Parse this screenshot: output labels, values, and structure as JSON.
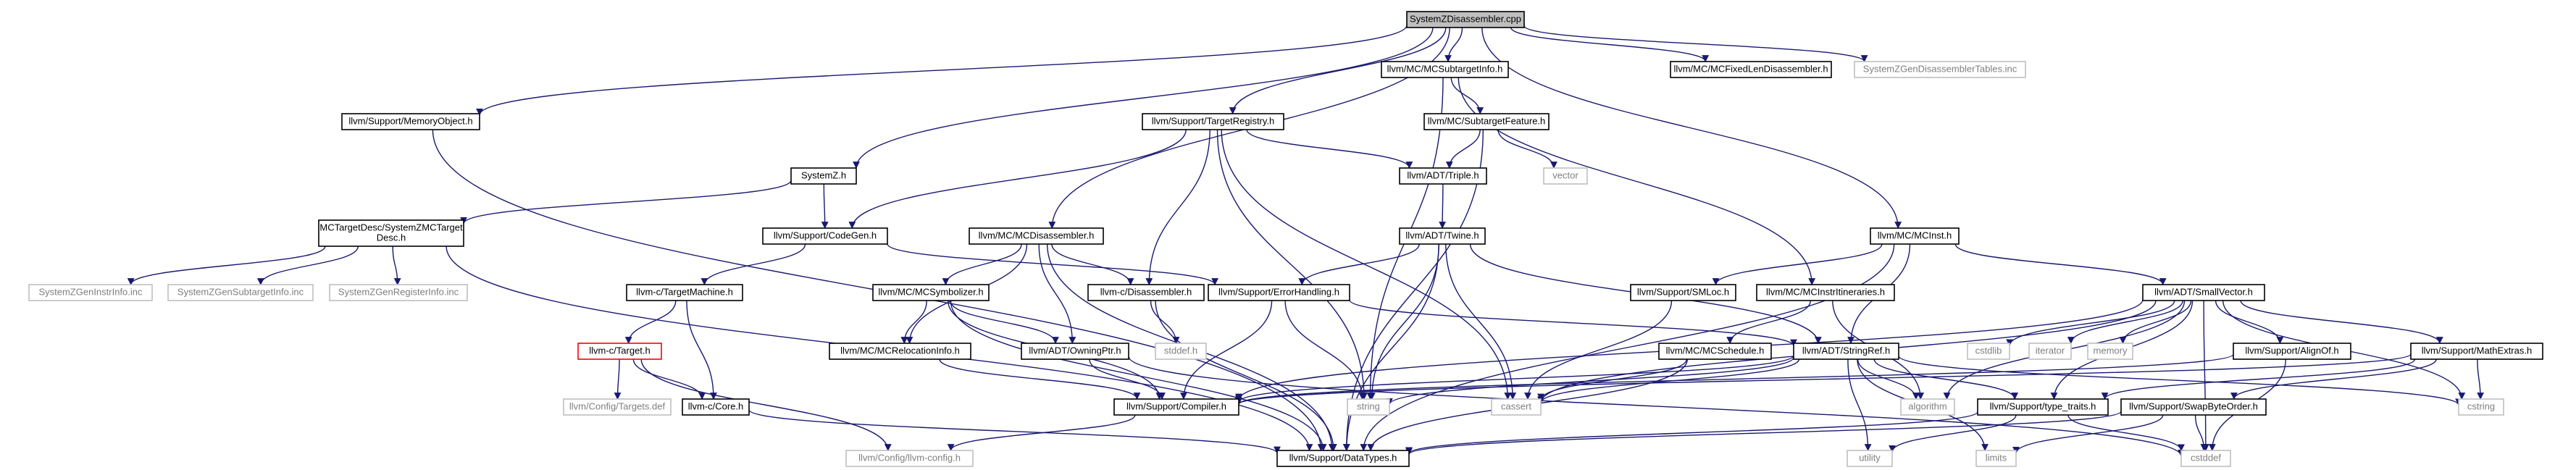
{
  "colors": {
    "edge": "#191970",
    "root_fill": "#bfbfbf",
    "normal_border": "#000000",
    "missing_border": "#bfbfbf",
    "missing_text": "#7f7f7f",
    "cyclic_border": "#ff0000"
  },
  "nodes": [
    {
      "id": "root",
      "label": "SystemZDisassembler.cpp",
      "kind": "root"
    },
    {
      "id": "memobj",
      "label": "llvm/Support/MemoryObject.h",
      "kind": "normal"
    },
    {
      "id": "systemzh",
      "label": "SystemZ.h",
      "kind": "normal"
    },
    {
      "id": "mcdisasm",
      "label": "llvm/MC/MCDisassembler.h",
      "kind": "normal"
    },
    {
      "id": "treg",
      "label": "llvm/Support/TargetRegistry.h",
      "kind": "normal"
    },
    {
      "id": "subinfo",
      "label": "llvm/MC/MCSubtargetInfo.h",
      "kind": "normal"
    },
    {
      "id": "fixlen",
      "label": "llvm/MC/MCFixedLenDisassembler.h",
      "kind": "normal"
    },
    {
      "id": "gentables",
      "label": "SystemZGenDisassemblerTables.inc",
      "kind": "missing"
    },
    {
      "id": "mcinst",
      "label": "llvm/MC/MCInst.h",
      "kind": "normal"
    },
    {
      "id": "mctarget",
      "label": [
        "MCTargetDesc/SystemZMCTarget",
        "Desc.h"
      ],
      "kind": "normal"
    },
    {
      "id": "codegen",
      "label": "llvm/Support/CodeGen.h",
      "kind": "normal"
    },
    {
      "id": "subfeat",
      "label": "llvm/MC/SubtargetFeature.h",
      "kind": "normal"
    },
    {
      "id": "vector",
      "label": "vector",
      "kind": "missing"
    },
    {
      "id": "triple",
      "label": "llvm/ADT/Triple.h",
      "kind": "normal"
    },
    {
      "id": "twine",
      "label": "llvm/ADT/Twine.h",
      "kind": "normal"
    },
    {
      "id": "instrinfo",
      "label": "SystemZGenInstrInfo.inc",
      "kind": "missing"
    },
    {
      "id": "subtinfo",
      "label": "SystemZGenSubtargetInfo.inc",
      "kind": "missing"
    },
    {
      "id": "reginfo",
      "label": "SystemZGenRegisterInfo.inc",
      "kind": "missing"
    },
    {
      "id": "ctm",
      "label": "llvm-c/TargetMachine.h",
      "kind": "normal"
    },
    {
      "id": "mcsym",
      "label": "llvm/MC/MCSymbolizer.h",
      "kind": "normal"
    },
    {
      "id": "cdisasm",
      "label": "llvm-c/Disassembler.h",
      "kind": "normal"
    },
    {
      "id": "errh",
      "label": "llvm/Support/ErrorHandling.h",
      "kind": "normal"
    },
    {
      "id": "smloc",
      "label": "llvm/Support/SMLoc.h",
      "kind": "normal"
    },
    {
      "id": "itin",
      "label": "llvm/MC/MCInstrItineraries.h",
      "kind": "normal"
    },
    {
      "id": "smallvec",
      "label": "llvm/ADT/SmallVector.h",
      "kind": "normal"
    },
    {
      "id": "ctarget",
      "label": "llvm-c/Target.h",
      "kind": "cyclic"
    },
    {
      "id": "stddef",
      "label": "stddef.h",
      "kind": "missing"
    },
    {
      "id": "mcreloc",
      "label": "llvm/MC/MCRelocationInfo.h",
      "kind": "normal"
    },
    {
      "id": "owning",
      "label": "llvm/ADT/OwningPtr.h",
      "kind": "normal"
    },
    {
      "id": "mcsched",
      "label": "llvm/MC/MCSchedule.h",
      "kind": "normal"
    },
    {
      "id": "strref",
      "label": "llvm/ADT/StringRef.h",
      "kind": "normal"
    },
    {
      "id": "cstdlib",
      "label": "cstdlib",
      "kind": "missing"
    },
    {
      "id": "iterator",
      "label": "iterator",
      "kind": "missing"
    },
    {
      "id": "memory",
      "label": "memory",
      "kind": "missing"
    },
    {
      "id": "alignof",
      "label": "llvm/Support/AlignOf.h",
      "kind": "normal"
    },
    {
      "id": "mathx",
      "label": "llvm/Support/MathExtras.h",
      "kind": "normal"
    },
    {
      "id": "targetsdef",
      "label": "llvm/Config/Targets.def",
      "kind": "missing"
    },
    {
      "id": "ccore",
      "label": "llvm-c/Core.h",
      "kind": "normal"
    },
    {
      "id": "compiler",
      "label": "llvm/Support/Compiler.h",
      "kind": "normal"
    },
    {
      "id": "string",
      "label": "string",
      "kind": "missing"
    },
    {
      "id": "cassert",
      "label": "cassert",
      "kind": "missing"
    },
    {
      "id": "algorithm",
      "label": "algorithm",
      "kind": "missing"
    },
    {
      "id": "typetraits",
      "label": "llvm/Support/type_traits.h",
      "kind": "normal"
    },
    {
      "id": "swapbyte",
      "label": "llvm/Support/SwapByteOrder.h",
      "kind": "normal"
    },
    {
      "id": "cstring",
      "label": "cstring",
      "kind": "missing"
    },
    {
      "id": "llvmconfig",
      "label": "llvm/Config/llvm-config.h",
      "kind": "missing"
    },
    {
      "id": "datatypes",
      "label": "llvm/Support/DataTypes.h",
      "kind": "normal"
    },
    {
      "id": "utility",
      "label": "utility",
      "kind": "missing"
    },
    {
      "id": "limits",
      "label": "limits",
      "kind": "missing"
    },
    {
      "id": "cstddef",
      "label": "cstddef",
      "kind": "missing"
    }
  ],
  "edges": [
    [
      "root",
      "memobj"
    ],
    [
      "root",
      "systemzh"
    ],
    [
      "root",
      "mcdisasm"
    ],
    [
      "root",
      "treg"
    ],
    [
      "root",
      "subinfo"
    ],
    [
      "root",
      "fixlen"
    ],
    [
      "root",
      "gentables"
    ],
    [
      "root",
      "mcinst"
    ],
    [
      "memobj",
      "datatypes"
    ],
    [
      "systemzh",
      "mctarget"
    ],
    [
      "systemzh",
      "codegen"
    ],
    [
      "mctarget",
      "instrinfo"
    ],
    [
      "mctarget",
      "subtinfo"
    ],
    [
      "mctarget",
      "reginfo"
    ],
    [
      "mctarget",
      "datatypes"
    ],
    [
      "codegen",
      "ctm"
    ],
    [
      "codegen",
      "errh"
    ],
    [
      "ctm",
      "ctarget"
    ],
    [
      "ctm",
      "ccore"
    ],
    [
      "ctarget",
      "targetsdef"
    ],
    [
      "ctarget",
      "ccore"
    ],
    [
      "ctarget",
      "llvmconfig"
    ],
    [
      "ccore",
      "datatypes"
    ],
    [
      "mcdisasm",
      "cdisasm"
    ],
    [
      "mcdisasm",
      "mcsym"
    ],
    [
      "mcdisasm",
      "mcreloc"
    ],
    [
      "mcdisasm",
      "owning"
    ],
    [
      "mcdisasm",
      "datatypes"
    ],
    [
      "mcsym",
      "mcreloc"
    ],
    [
      "mcsym",
      "owning"
    ],
    [
      "mcsym",
      "compiler"
    ],
    [
      "mcsym",
      "datatypes"
    ],
    [
      "mcreloc",
      "compiler"
    ],
    [
      "owning",
      "compiler"
    ],
    [
      "owning",
      "cstddef"
    ],
    [
      "cdisasm",
      "stddef"
    ],
    [
      "cdisasm",
      "datatypes"
    ],
    [
      "treg",
      "codegen"
    ],
    [
      "treg",
      "cdisasm"
    ],
    [
      "treg",
      "triple"
    ],
    [
      "treg",
      "string"
    ],
    [
      "treg",
      "cassert"
    ],
    [
      "subinfo",
      "subfeat"
    ],
    [
      "subinfo",
      "itin"
    ],
    [
      "subinfo",
      "string"
    ],
    [
      "subfeat",
      "triple"
    ],
    [
      "subfeat",
      "vector"
    ],
    [
      "subfeat",
      "datatypes"
    ],
    [
      "triple",
      "twine"
    ],
    [
      "twine",
      "errh"
    ],
    [
      "twine",
      "strref"
    ],
    [
      "twine",
      "string"
    ],
    [
      "twine",
      "cassert"
    ],
    [
      "twine",
      "datatypes"
    ],
    [
      "errh",
      "compiler"
    ],
    [
      "errh",
      "string"
    ],
    [
      "errh",
      "strref"
    ],
    [
      "mcinst",
      "smloc"
    ],
    [
      "mcinst",
      "smallvec"
    ],
    [
      "mcinst",
      "strref"
    ],
    [
      "mcinst",
      "datatypes"
    ],
    [
      "smloc",
      "cassert"
    ],
    [
      "itin",
      "mcsched"
    ],
    [
      "itin",
      "algorithm"
    ],
    [
      "mcsched",
      "cassert"
    ],
    [
      "mcsched",
      "datatypes"
    ],
    [
      "smallvec",
      "alignof"
    ],
    [
      "smallvec",
      "compiler"
    ],
    [
      "smallvec",
      "mathx"
    ],
    [
      "smallvec",
      "typetraits"
    ],
    [
      "smallvec",
      "algorithm"
    ],
    [
      "smallvec",
      "cassert"
    ],
    [
      "smallvec",
      "cstddef"
    ],
    [
      "smallvec",
      "cstdlib"
    ],
    [
      "smallvec",
      "cstring"
    ],
    [
      "smallvec",
      "iterator"
    ],
    [
      "smallvec",
      "memory"
    ],
    [
      "alignof",
      "compiler"
    ],
    [
      "alignof",
      "cstddef"
    ],
    [
      "mathx",
      "compiler"
    ],
    [
      "mathx",
      "swapbyte"
    ],
    [
      "mathx",
      "typetraits"
    ],
    [
      "mathx",
      "cstring"
    ],
    [
      "strref",
      "compiler"
    ],
    [
      "strref",
      "typetraits"
    ],
    [
      "strref",
      "algorithm"
    ],
    [
      "strref",
      "cassert"
    ],
    [
      "strref",
      "cstring"
    ],
    [
      "strref",
      "limits"
    ],
    [
      "strref",
      "string"
    ],
    [
      "strref",
      "utility"
    ],
    [
      "typetraits",
      "datatypes"
    ],
    [
      "typetraits",
      "utility"
    ],
    [
      "typetraits",
      "cstddef"
    ],
    [
      "swapbyte",
      "datatypes"
    ],
    [
      "swapbyte",
      "cstddef"
    ],
    [
      "swapbyte",
      "limits"
    ],
    [
      "compiler",
      "llvmconfig"
    ]
  ]
}
